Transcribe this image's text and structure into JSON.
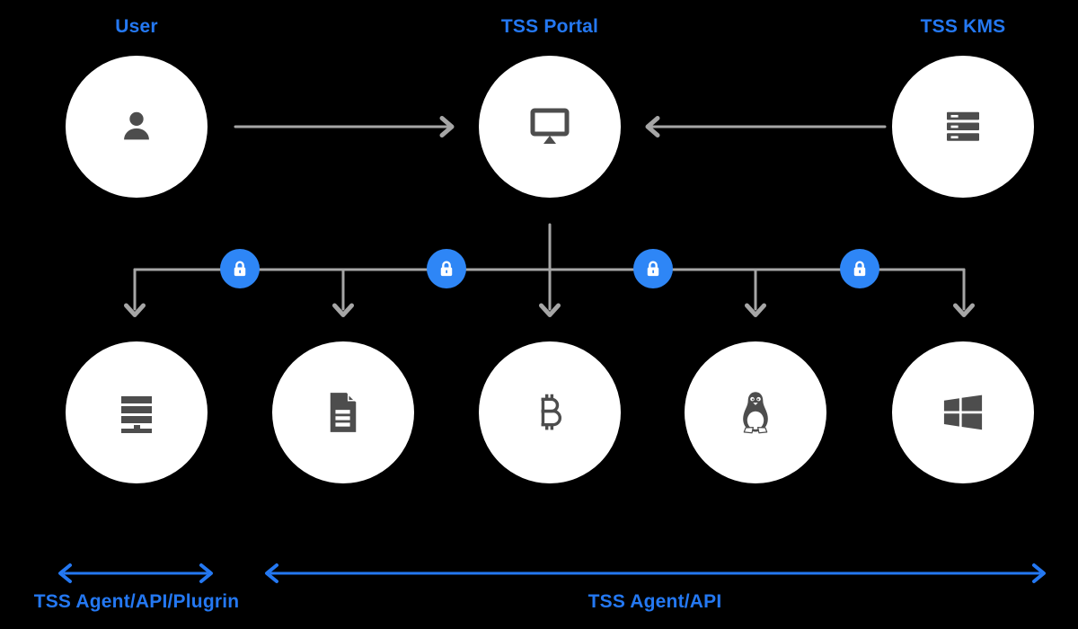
{
  "colors": {
    "background": "#000000",
    "accent_blue": "#2478F2",
    "lock_blue": "#2E86F6",
    "connector_gray": "#A6A6A6",
    "icon_gray": "#4D4D4D",
    "node_fill": "#FFFFFF"
  },
  "nodes": {
    "user": {
      "label": "User",
      "icon": "person-icon"
    },
    "portal": {
      "label": "TSS Portal",
      "icon": "monitor-icon"
    },
    "kms": {
      "label": "TSS KMS",
      "icon": "server-rack-icon"
    },
    "bottom": [
      {
        "icon": "server-stack-icon"
      },
      {
        "icon": "document-icon"
      },
      {
        "icon": "bitcoin-icon"
      },
      {
        "icon": "linux-tux-icon"
      },
      {
        "icon": "windows-icon"
      }
    ]
  },
  "security_badges": {
    "icon": "lock-icon",
    "count": 4
  },
  "legend": {
    "left_arrow_label": "TSS Agent/API/Plugrin",
    "right_arrow_label": "TSS Agent/API"
  }
}
